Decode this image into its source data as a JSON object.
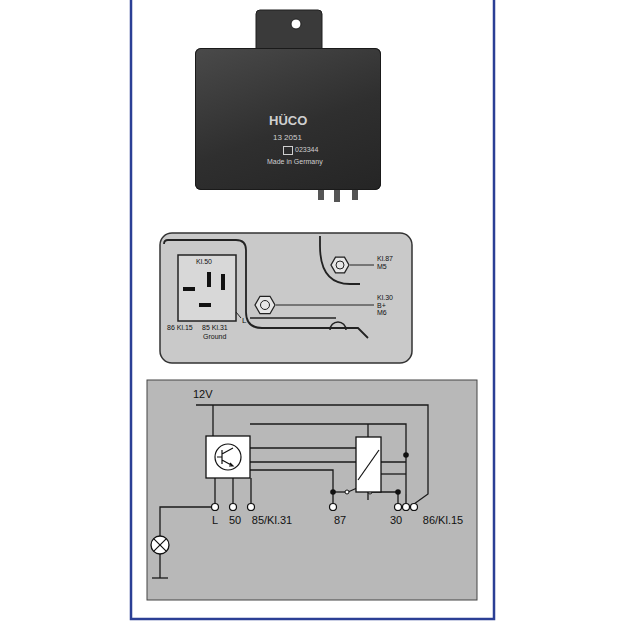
{
  "diagram": {
    "nodes": [
      {
        "text": [
          "HÜCO",
          "13 2051",
          "023344",
          "Made in Germany"
        ]
      }
    ],
    "labels": [
      "Kl.50",
      "L",
      "86 Kl.15",
      "85 Kl.31",
      "Ground",
      "Kl.87 M5",
      "Kl.30 B+ M6",
      "12V",
      "L",
      "50",
      "85/Kl.31",
      "87",
      "30",
      "86/Kl.15"
    ]
  }
}
